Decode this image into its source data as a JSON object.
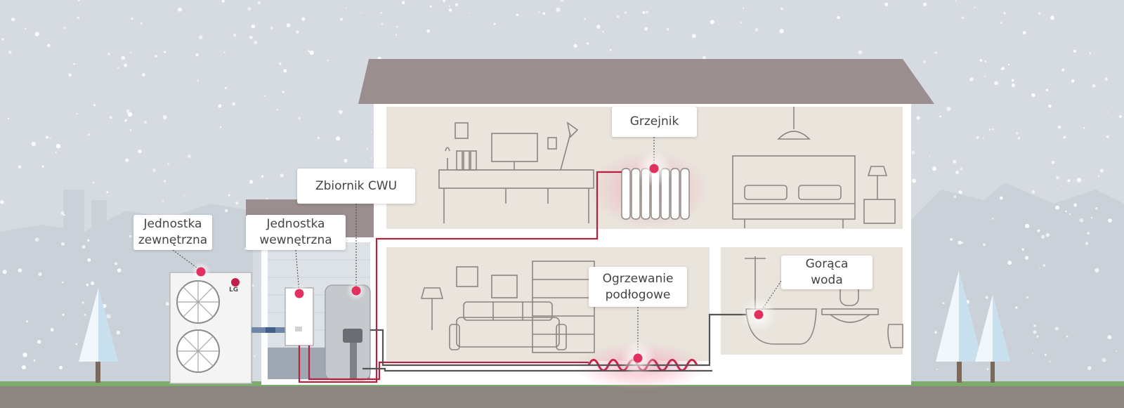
{
  "labels": {
    "outdoor_unit": "Jednostka\nzewnętrzna",
    "indoor_unit": "Jednostka\nwewnętrzna",
    "dhw_tank": "Zbiornik CWU",
    "radiator": "Grzejnik",
    "floor_heating": "Ogrzewanie\npodłogowe",
    "hot_water": "Gorąca woda"
  },
  "brand": "LG",
  "colors": {
    "sky": "#d6dbe1",
    "roof": "#9a8e8f",
    "wall": "#ffffff",
    "room": "#e9e4dc",
    "pipe_hot": "#b5213f",
    "pipe_return": "#555555",
    "marker": "#e0315f",
    "ground": "#8d8582",
    "grass": "#7cab6b"
  }
}
